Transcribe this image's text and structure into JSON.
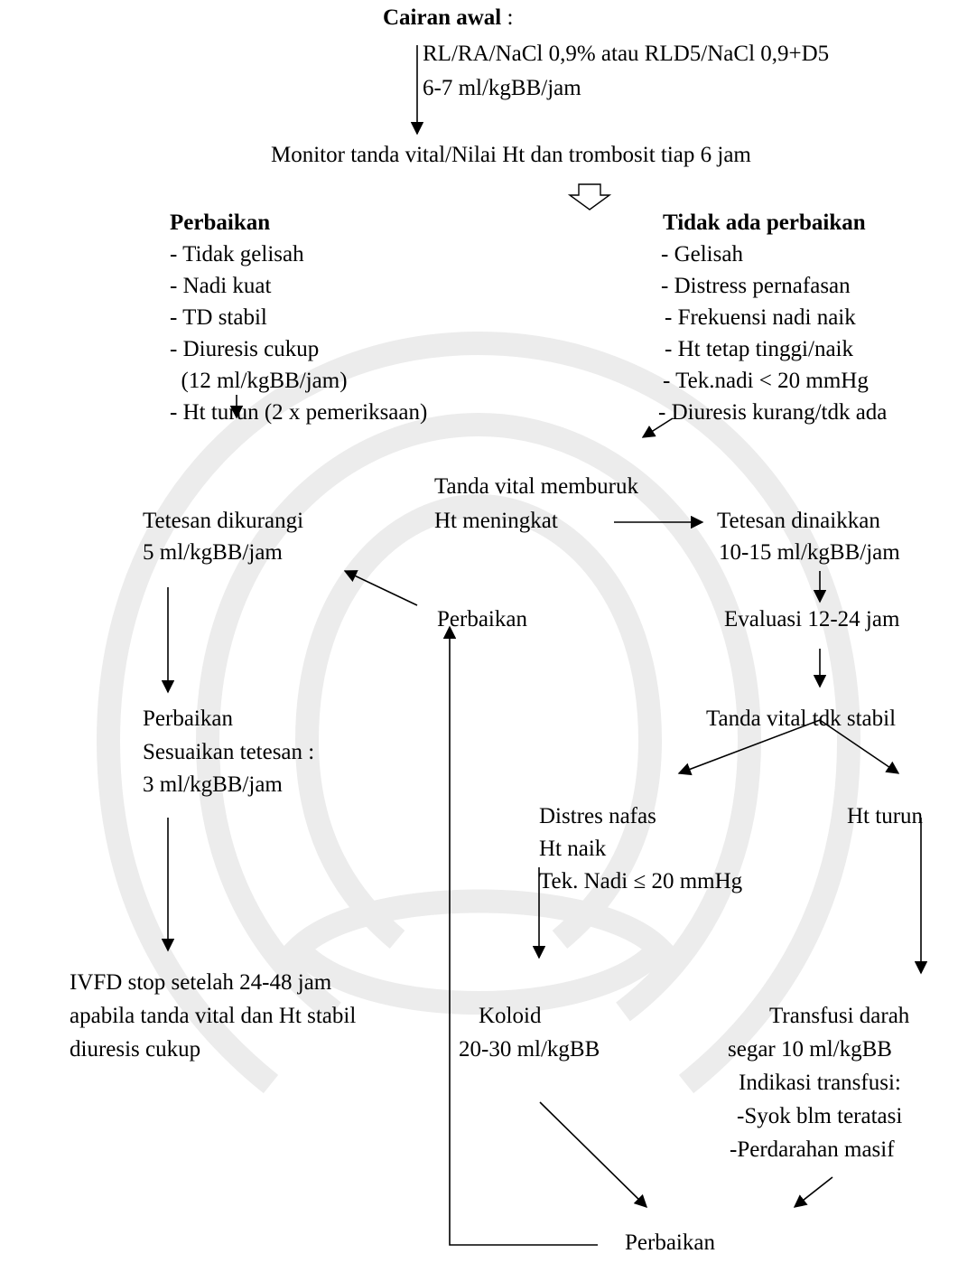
{
  "colors": {
    "text": "#000000",
    "watermark": "#e8e8e8",
    "background": "#ffffff"
  },
  "start": {
    "title": "Cairan awal",
    "title_suffix": " :",
    "line1": "RL/RA/NaCl 0,9% atau RLD5/NaCl 0,9+D5",
    "line2": "6-7 ml/kgBB/jam"
  },
  "monitor": "Monitor tanda vital/Nilai Ht dan trombosit tiap 6 jam",
  "improved": {
    "title": "Perbaikan",
    "items": [
      "- Tidak gelisah",
      "- Nadi kuat",
      "- TD stabil",
      "- Diuresis cukup",
      "  (12 ml/kgBB/jam)",
      "- Ht turun (2 x pemeriksaan)"
    ]
  },
  "not_improved": {
    "title": "Tidak ada perbaikan",
    "items": [
      "- Gelisah",
      "- Distress pernafasan",
      "- Frekuensi nadi naik",
      "- Ht tetap tinggi/naik",
      "- Tek.nadi < 20 mmHg",
      "- Diuresis kurang/tdk ada"
    ]
  },
  "worsen": {
    "line1": "Tanda vital memburuk",
    "line2": "Ht meningkat"
  },
  "reduce": {
    "line1": "Tetesan dikurangi",
    "line2": "5 ml/kgBB/jam"
  },
  "increase": {
    "line1": "Tetesan dinaikkan",
    "line2": "10-15 ml/kgBB/jam"
  },
  "perbaikan_mid": "Perbaikan",
  "evaluation": "Evaluasi 12-24 jam",
  "adjust": {
    "line1": "Perbaikan",
    "line2": "Sesuaikan tetesan :",
    "line3": "3 ml/kgBB/jam"
  },
  "unstable": "Tanda vital tdk stabil",
  "resp_distress": {
    "line1": "Distres nafas",
    "line2": "Ht naik",
    "line3": "Tek. Nadi ≤ 20 mmHg"
  },
  "ht_down": "Ht turun",
  "stop": {
    "line1": "IVFD stop setelah 24-48 jam",
    "line2": "apabila tanda vital dan Ht stabil",
    "line3": "diuresis cukup"
  },
  "colloid": {
    "line1": "Koloid",
    "line2": "20-30 ml/kgBB"
  },
  "transfusion": {
    "line1": "Transfusi darah",
    "line2": "segar 10 ml/kgBB",
    "line3": "Indikasi transfusi:",
    "line4": "-Syok blm teratasi",
    "line5": "-Perdarahan masif"
  },
  "perbaikan_bottom": "Perbaikan"
}
